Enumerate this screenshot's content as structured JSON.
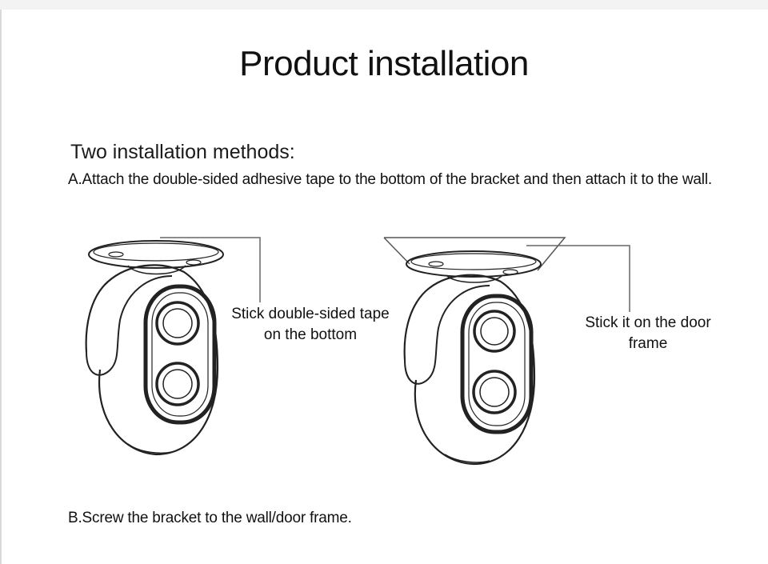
{
  "title": "Product installation",
  "subtitle": "Two installation methods:",
  "method_a": "A.Attach the double-sided adhesive tape to the bottom of the bracket and then attach it to the wall.",
  "method_b": "B.Screw the bracket to the wall/door frame.",
  "callouts": {
    "left": {
      "line1": "Stick double-sided tape",
      "line2": "on the bottom"
    },
    "right": {
      "line1": "Stick it on the door",
      "line2": "frame"
    }
  },
  "colors": {
    "ink": "#111111",
    "line": "#555555",
    "background": "#ffffff"
  }
}
